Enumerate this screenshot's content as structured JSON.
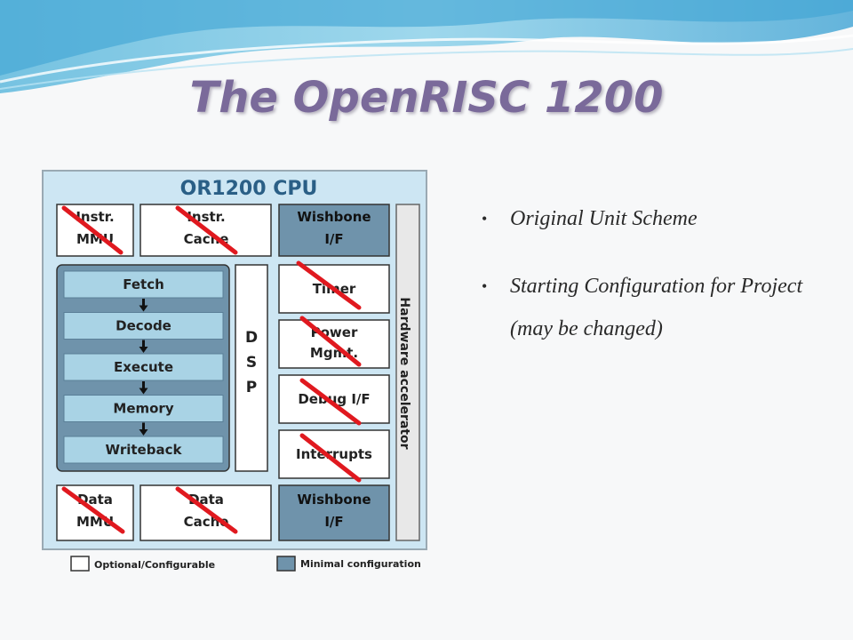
{
  "slide": {
    "title": "The OpenRISC 1200",
    "bullets": [
      "Original  Unit Scheme",
      "Starting Configuration for Project (may be changed)"
    ]
  },
  "diagram": {
    "cpu_label": "OR1200 CPU",
    "units": {
      "instr_mmu": [
        "Instr.",
        "MMU"
      ],
      "instr_cache": [
        "Instr.",
        "Cache"
      ],
      "wishbone_top": [
        "Wishbone",
        "I/F"
      ],
      "timer": [
        "Timer"
      ],
      "power_mgmt": [
        "Power",
        "Mgmt."
      ],
      "debug_if": [
        "Debug I/F"
      ],
      "interrupts": [
        "Interrupts"
      ],
      "data_mmu": [
        "Data",
        "MMU"
      ],
      "data_cache": [
        "Data",
        "Cache"
      ],
      "wishbone_bottom": [
        "Wishbone",
        "I/F"
      ],
      "dsp": [
        "D",
        "S",
        "P"
      ],
      "hw_accel": "Hardware accelerator"
    },
    "pipeline": [
      "Fetch",
      "Decode",
      "Execute",
      "Memory",
      "Writeback"
    ],
    "legend": {
      "optional": "Optional/Configurable",
      "minimal": "Minimal configuration"
    },
    "colors": {
      "cpu_bg": "#cde6f3",
      "minimal": "#6f93ab",
      "pipeline_bg": "#6f93ab",
      "stage": "#a9d3e5",
      "cross": "#e0191f",
      "title": "#7a6a9a"
    }
  }
}
